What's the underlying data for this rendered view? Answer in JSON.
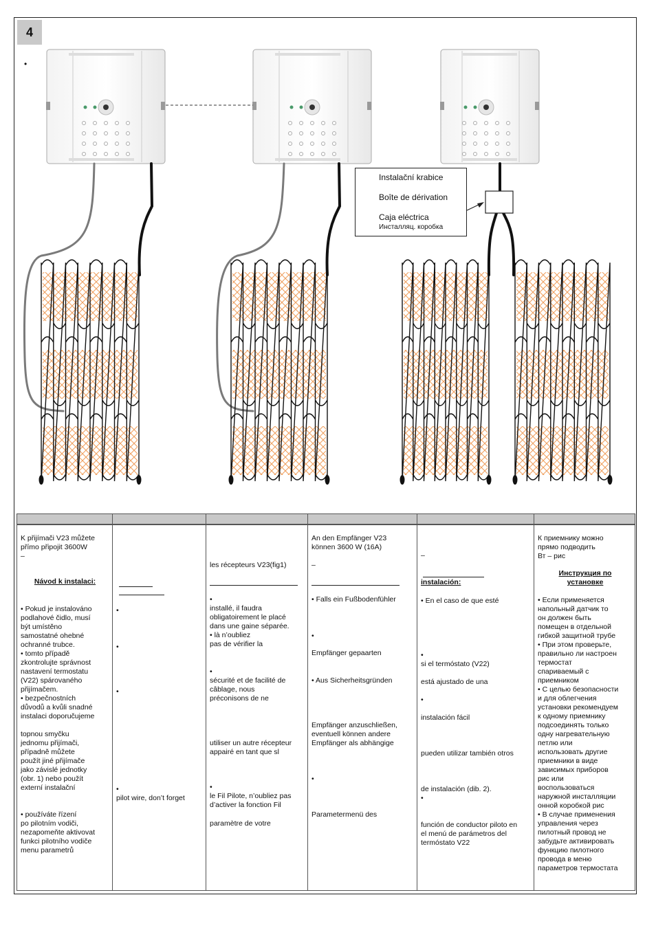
{
  "figure": {
    "number": "4",
    "bullet": "•"
  },
  "callout": {
    "cs": "Instalační krabice",
    "fr": "Boîte de dérivation",
    "es": "Caja eléctrica",
    "ru": "Инсталляц. коробка"
  },
  "colors": {
    "mesh": "#f0a060",
    "cable_dark": "#111111",
    "cable_gray": "#7a7a7a",
    "led": "#4a9a6a",
    "header_bg": "#c8c8c8"
  },
  "columns": {
    "cs": {
      "b1": "K přijímači V23 můžete\npřímo připojit 3600W\n        –",
      "b2": "Návod k instalaci:",
      "b3": "• Pokud je instalováno\n   podlahové čidlo, musí\n   být umístěno\n       samostatné ohebné\n   ochranné trubce.\n•    tomto případě\n   zkontrolujte správnost\n   nastavení termostatu\n   (V22) spárovaného\n       přijímačem.\n•    bezpečnostních\n   důvodů a kvůli snadné\n   instalaci doporučujeme",
      "b4": "   topnou smyčku\n       jednomu přijímači,\n   případně můžete\n   použít jiné přijímače\n   jako závislé jednotky\n   (obr. 1) nebo použít\n   externí instalační",
      "b5": "•           používáte řízení\n   po pilotním vodiči,\n   nezapomeňte aktivovat\n   funkci pilotního vodiče\n       menu parametrů"
    },
    "en": {
      "bl1": "•",
      "bl2": "•",
      "bl3": "•",
      "b6": "•\n   pilot wire, don’t forget"
    },
    "fr": {
      "b1": "les récepteurs V23(fig1)",
      "b2": "•\n   installé, il faudra\n   obligatoirement le placé\n   dans une gaine séparée.\n•                      là n’oubliez\n   pas de vérifier la",
      "b3": "•\n   sécurité et de facilité de\n   câblage, nous\n   préconisons de ne",
      "b4": "   utiliser un autre récepteur\n   appairé en tant que sl",
      "b5": "•\n   le Fil Pilote, n’oubliez pas\n   d’activer la fonction Fil",
      "b6": "   paramètre de votre"
    },
    "de": {
      "b1": "An den Empfänger V23\nkönnen 3600 W (16A)",
      "b2": "          –",
      "b3": "• Falls ein Fußbodenfühler",
      "b4": "•",
      "b5": "   Empfänger gepaarten",
      "b6": "• Aus Sicherheitsgründen",
      "b7": "   Empfänger anzuschließen,\n   eventuell können andere\n   Empfänger als abhängige",
      "b8": "•",
      "b9": "   Parametermenü des"
    },
    "es": {
      "b1": "          –",
      "b2": "instalación:",
      "b3": "• En el caso de que esté",
      "b4": "•\n   si el termóstato (V22)",
      "b5": "   está ajustado de una",
      "b6": "•",
      "b7": "   instalación fácil",
      "b8": "   pueden utilizar también otros",
      "b9": "   de instalación (dib. 2).\n•",
      "b10": "   función de conductor piloto en\n   el menú de parámetros del\n   termóstato V22"
    },
    "ru": {
      "b1": "К приемнику          можно\nпрямо подводить\n               Вт           – рис",
      "b2": "Инструкция по\nустановке",
      "b3": "• Если применяется\n   напольный датчик  то\n   он должен быть\n   помещен в отдельной\n   гибкой защитной трубе\n• При этом проверьте,\n   правильно ли  настроен\n   термостат\n   спариваемый с\n   приемником\n• С целью безопасности\n   и для облегчения\n   установки рекомендуем\n   к одному приемнику\n   подсоединять только\n   одну нагревательную\n   петлю или\n   использовать другие\n   приемники в виде\n   зависимых приборов\n     рис       или\n   воспользоваться\n   наружной инсталляции\n   онной коробкой  рис\n• В случае применения\n   управления через\n   пилотный провод    не\n   забудьте активировать\n   функцию пилотного\n   провода в меню\n   параметров термостата"
    }
  }
}
